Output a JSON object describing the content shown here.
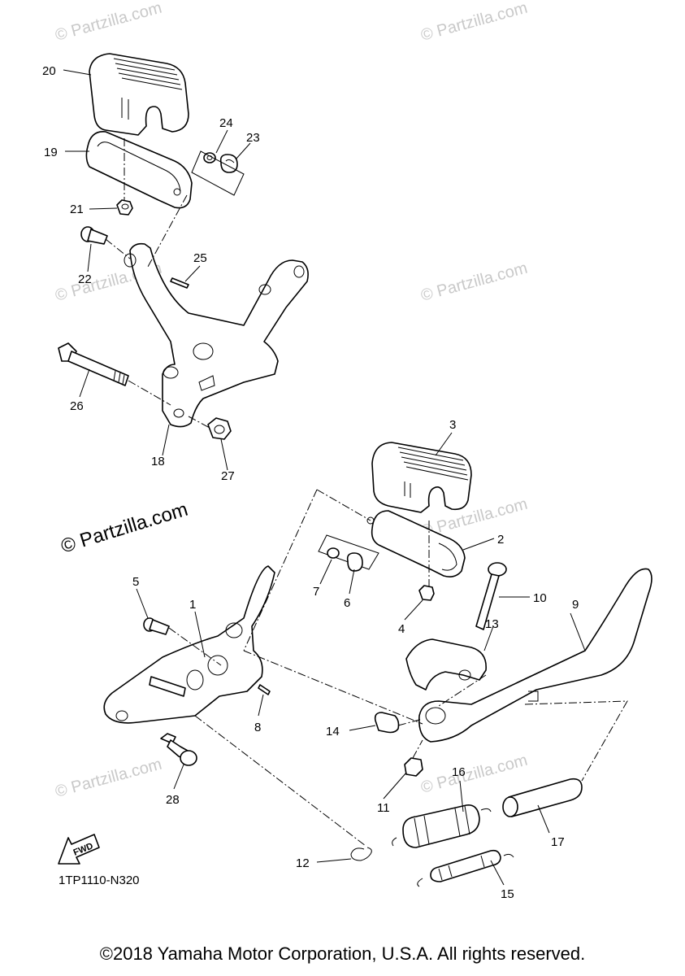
{
  "watermark": {
    "small_text": "© Partzilla.com",
    "big_text": "© Partzilla.com"
  },
  "callouts": {
    "c1": "1",
    "c2": "2",
    "c3": "3",
    "c4": "4",
    "c5": "5",
    "c6": "6",
    "c7": "7",
    "c8": "8",
    "c9": "9",
    "c10": "10",
    "c11": "11",
    "c12": "12",
    "c13": "13",
    "c14": "14",
    "c15": "15",
    "c16": "16",
    "c17": "17",
    "c18": "18",
    "c19": "19",
    "c20": "20",
    "c21": "21",
    "c22": "22",
    "c23": "23",
    "c24": "24",
    "c25": "25",
    "c26": "26",
    "c27": "27",
    "c28": "28"
  },
  "fwd_label": "FWD",
  "diagram_code": "1TP1110-N320",
  "copyright": "©2018 Yamaha Motor Corporation, U.S.A. All rights reserved."
}
